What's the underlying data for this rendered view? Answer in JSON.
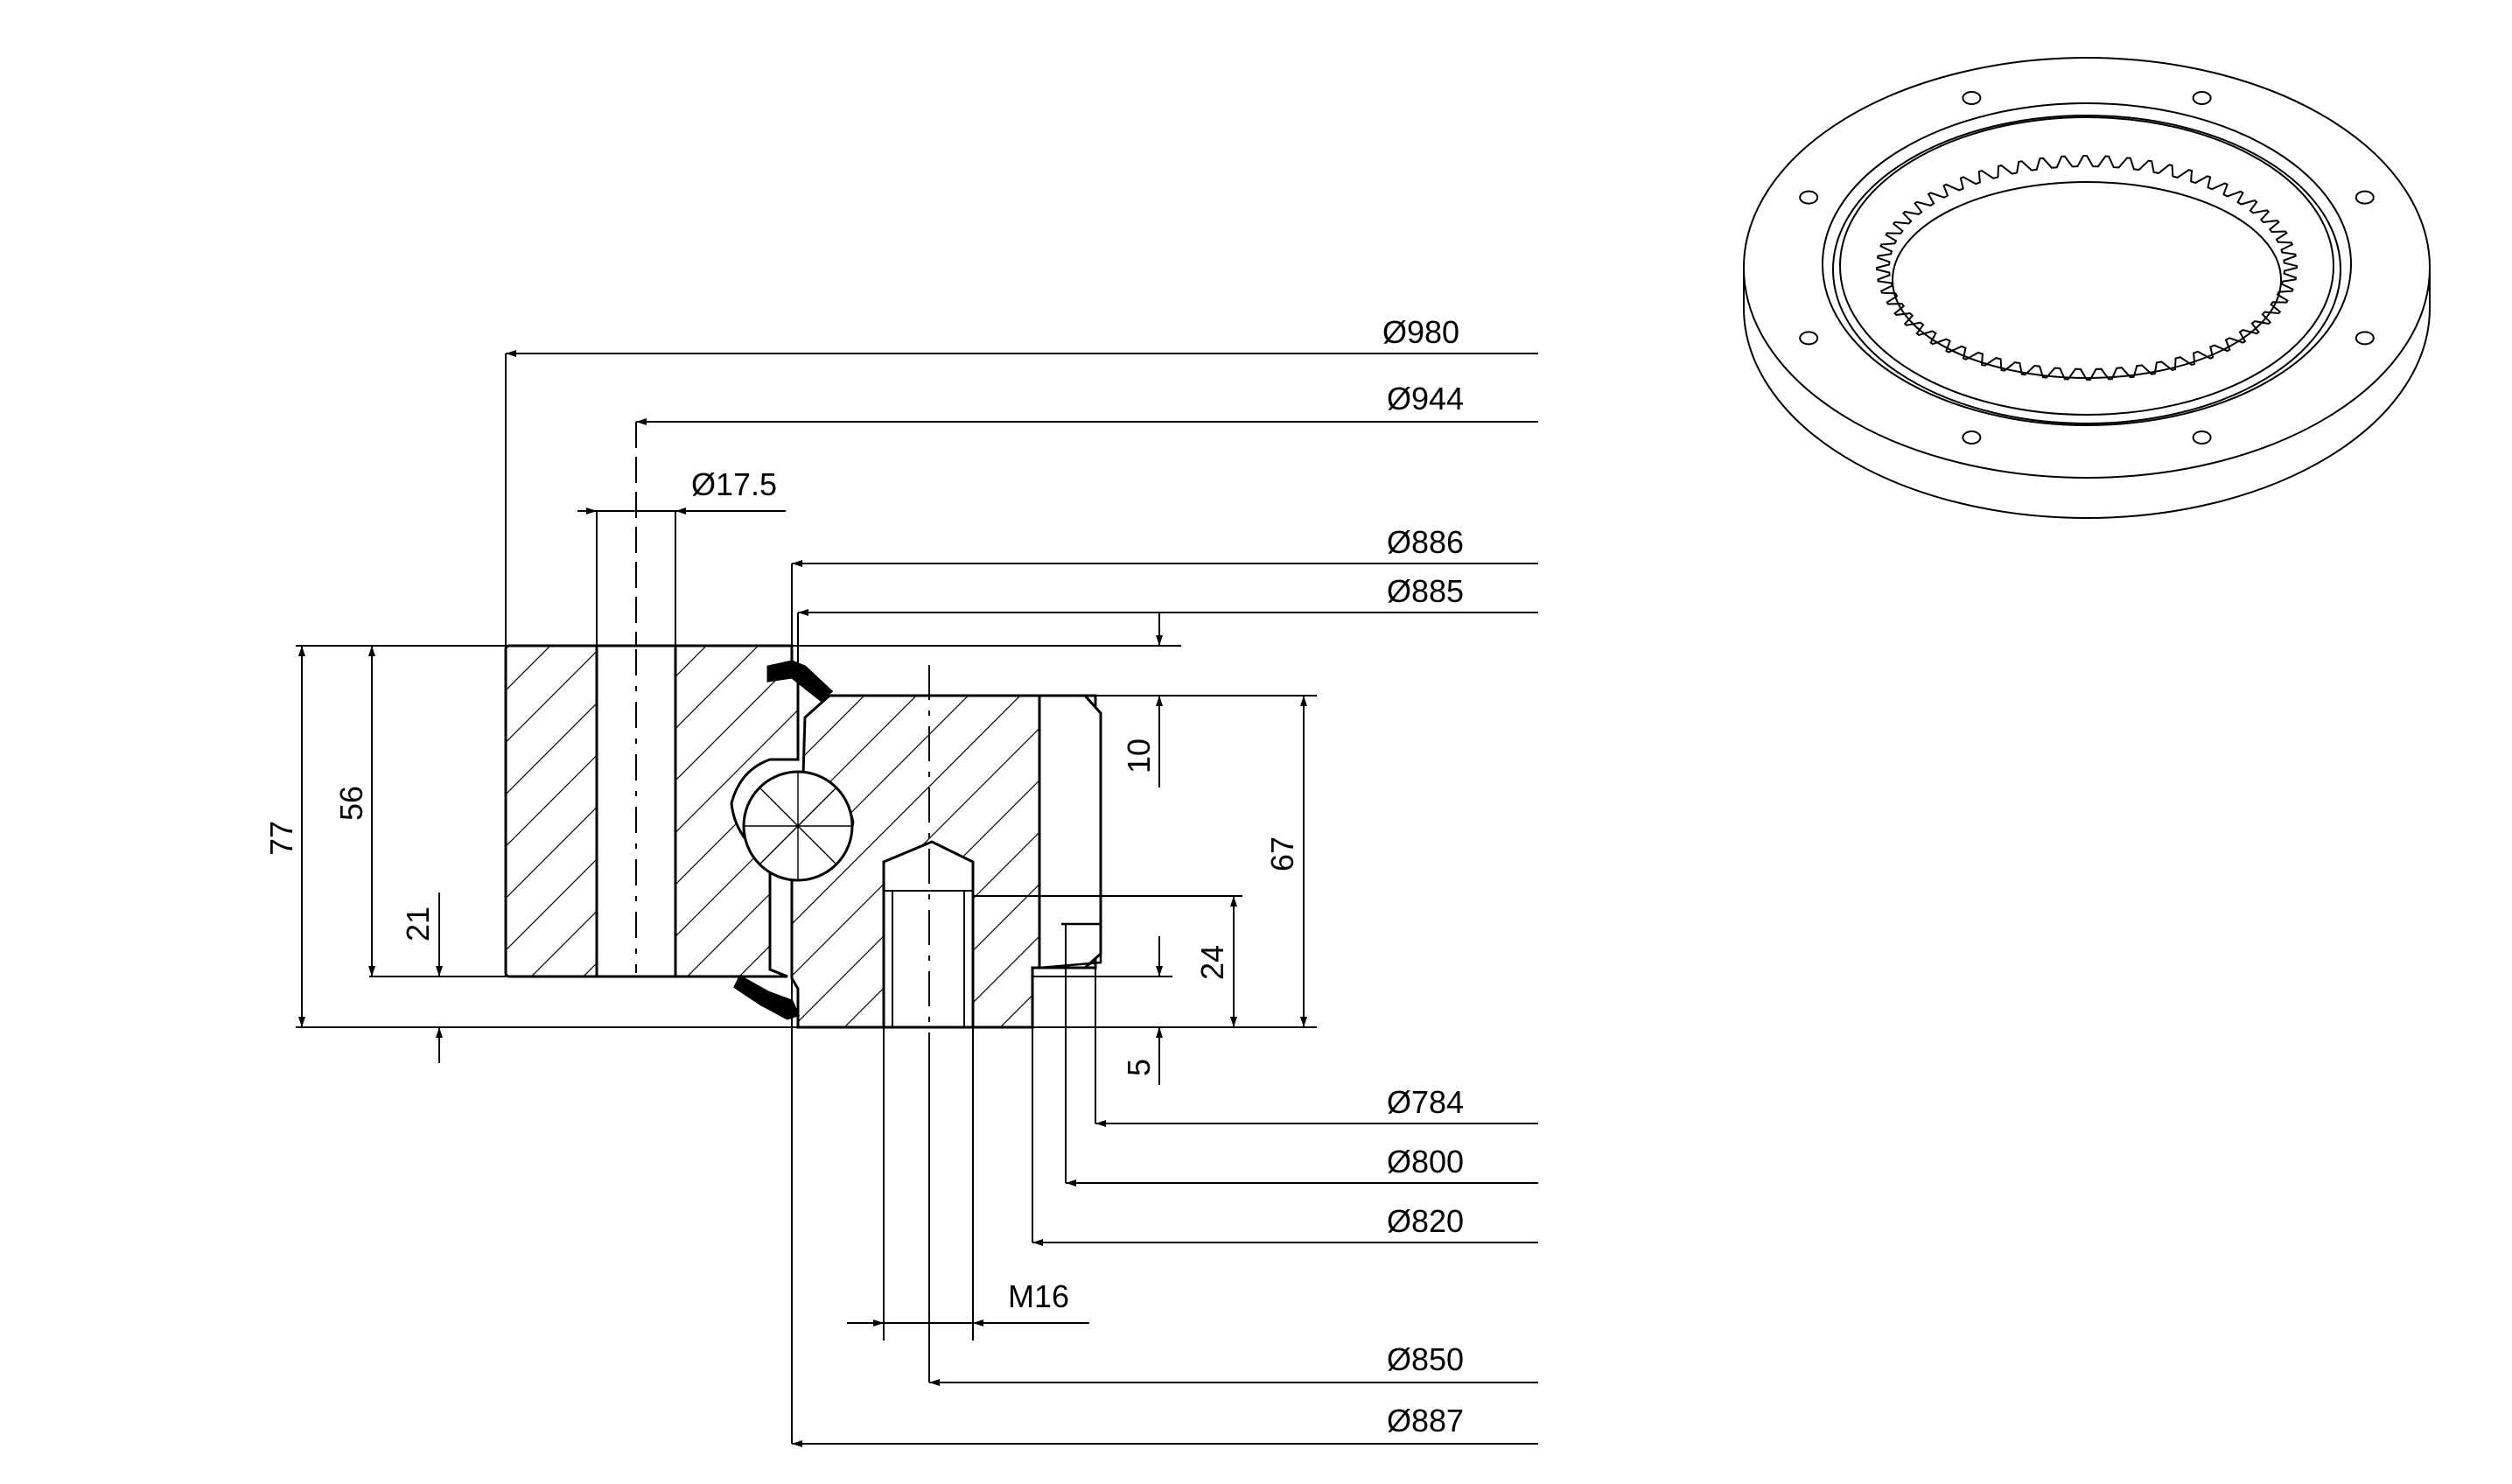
{
  "dimensions": {
    "d980": "Ø980",
    "d944": "Ø944",
    "d17_5": "Ø17.5",
    "d886": "Ø886",
    "d885": "Ø885",
    "d784": "Ø784",
    "d800": "Ø800",
    "d820": "Ø820",
    "d850": "Ø850",
    "d887": "Ø887",
    "thread": "M16",
    "h77": "77",
    "h56": "56",
    "h21": "21",
    "h10": "10",
    "h67": "67",
    "h24": "24",
    "h5": "5"
  },
  "illustration": {
    "outer_holes": 8,
    "teeth": 60
  },
  "colors": {
    "line": "#000000",
    "background": "#ffffff"
  }
}
